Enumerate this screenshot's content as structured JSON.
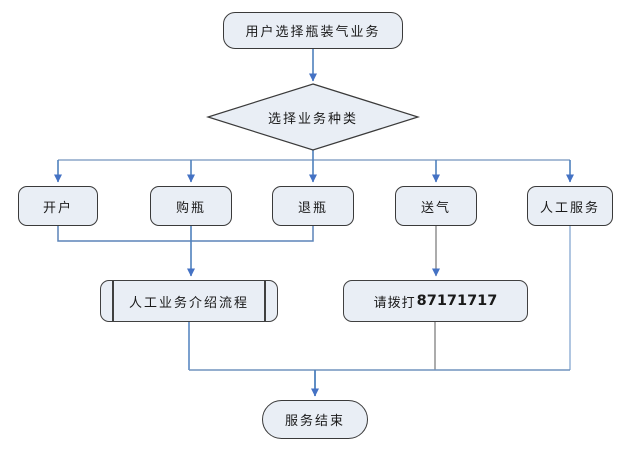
{
  "flowchart": {
    "start": {
      "label": "用户选择瓶装气业务"
    },
    "decision": {
      "label": "选择业务种类"
    },
    "branches": [
      {
        "label": "开户"
      },
      {
        "label": "购瓶"
      },
      {
        "label": "退瓶"
      },
      {
        "label": "送气"
      },
      {
        "label": "人工服务"
      }
    ],
    "intro_process": {
      "label": "人工业务介绍流程"
    },
    "call_box": {
      "prefix": "请拨打",
      "number": "87171717"
    },
    "end": {
      "label": "服务结束"
    }
  },
  "colors": {
    "node_fill": "#e9eef5",
    "node_border": "#3a3a3a",
    "arrowhead_blue": "#4472c4",
    "line_blue": "#4f81bd",
    "line_muted_blue": "#8ba6c9",
    "line_light_blue": "#95b3d7",
    "line_gray": "#7f7f7f"
  }
}
